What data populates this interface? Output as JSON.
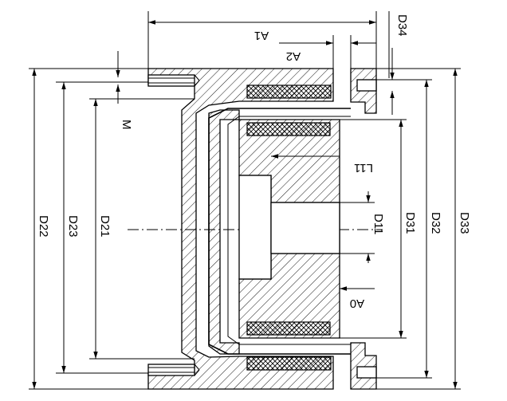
{
  "figure": {
    "labels": {
      "A1": "A1",
      "A2": "A2",
      "A0": "A0",
      "D34": "D34",
      "M": "M",
      "L11": "L11",
      "D11": "D11",
      "D21": "D21",
      "D22": "D22",
      "D23": "D23",
      "D31": "D31",
      "D32": "D32",
      "D33": "D33"
    }
  }
}
